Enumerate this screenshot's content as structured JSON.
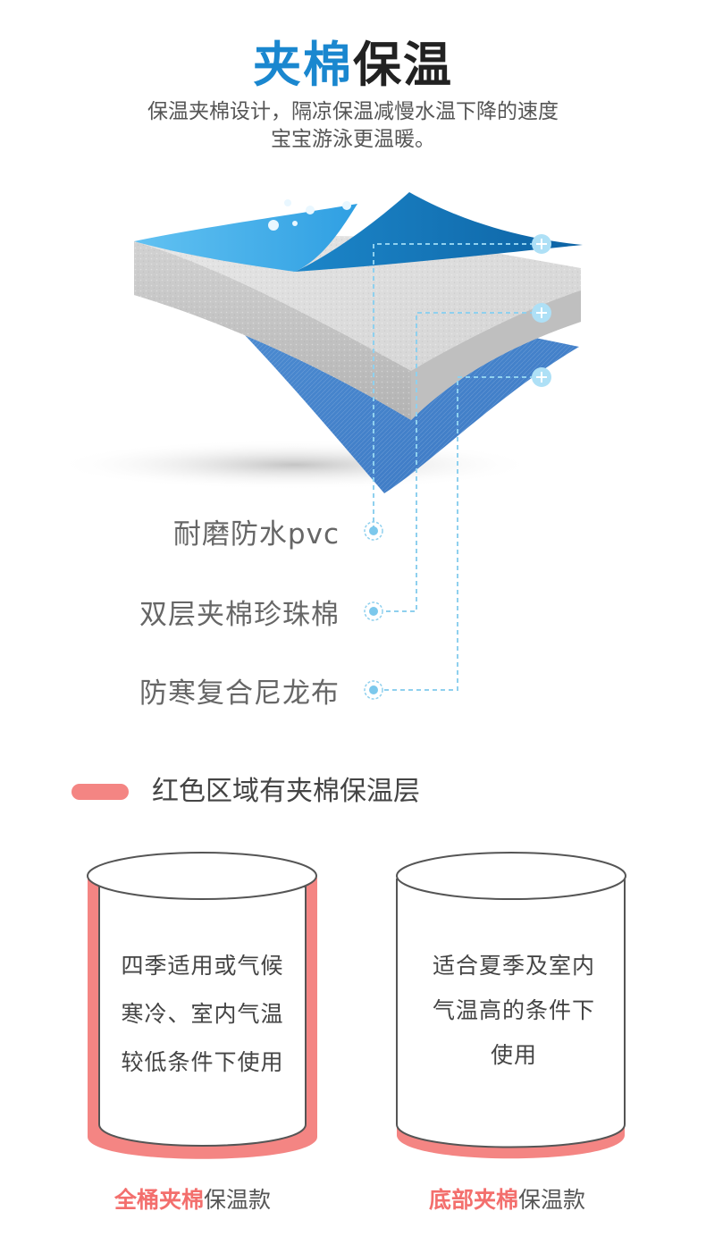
{
  "header": {
    "title_highlight": "夹棉",
    "title_rest": "保温",
    "subtitle_line1": "保温夹棉设计，隔凉保温减慢水温下降的速度",
    "subtitle_line2": "宝宝游泳更温暖。"
  },
  "layers": [
    {
      "label": "耐磨防水pvc"
    },
    {
      "label": "双层夹棉珍珠棉"
    },
    {
      "label": "防寒复合尼龙布"
    }
  ],
  "legend": {
    "text": "红色区域有夹棉保温层",
    "color": "#f48583"
  },
  "buckets": [
    {
      "lines": [
        "四季适用或气候",
        "寒冷、室内气温",
        "较低条件下使用"
      ],
      "caption_highlight": "全桶夹棉",
      "caption_rest": "保温款"
    },
    {
      "lines": [
        "适合夏季及室内",
        "气温高的条件下",
        "使用"
      ],
      "caption_highlight": "底部夹棉",
      "caption_rest": "保温款"
    }
  ],
  "colors": {
    "accent_blue": "#1a87cf",
    "accent_red": "#f36f6d",
    "dash_line": "#8fd0ee"
  },
  "icons": [
    "plus-marker-icon",
    "target-dot-icon",
    "water-bubble-icon"
  ]
}
